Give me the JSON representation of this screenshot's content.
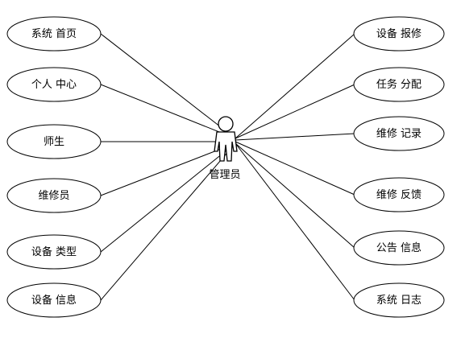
{
  "actor": {
    "label": "管理员",
    "icon": "person-icon"
  },
  "left_use_cases": [
    {
      "label": "系统 首页"
    },
    {
      "label": "个人 中心"
    },
    {
      "label": "师生"
    },
    {
      "label": "维修员"
    },
    {
      "label": "设备 类型"
    },
    {
      "label": "设备 信息"
    }
  ],
  "right_use_cases": [
    {
      "label": "设备 报修"
    },
    {
      "label": "任务 分配"
    },
    {
      "label": "维修 记录"
    },
    {
      "label": "维修 反馈"
    },
    {
      "label": "公告 信息"
    },
    {
      "label": "系统 日志"
    }
  ]
}
